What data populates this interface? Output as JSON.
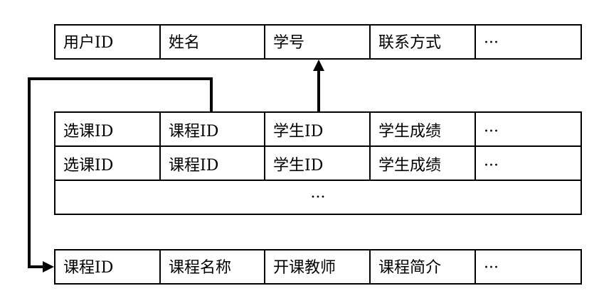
{
  "tables": {
    "user": {
      "cells": [
        "用户ID",
        "姓名",
        "学号",
        "联系方式",
        "···"
      ]
    },
    "enrollment": {
      "rows": [
        [
          "选课ID",
          "课程ID",
          "学生ID",
          "学生成绩",
          "···"
        ],
        [
          "选课ID",
          "课程ID",
          "学生ID",
          "学生成绩",
          "···"
        ]
      ],
      "more_rows": "···"
    },
    "course": {
      "cells": [
        "课程ID",
        "课程名称",
        "开课教师",
        "课程简介",
        "···"
      ]
    }
  },
  "colors": {
    "line": "#000000",
    "background": "#ffffff"
  }
}
